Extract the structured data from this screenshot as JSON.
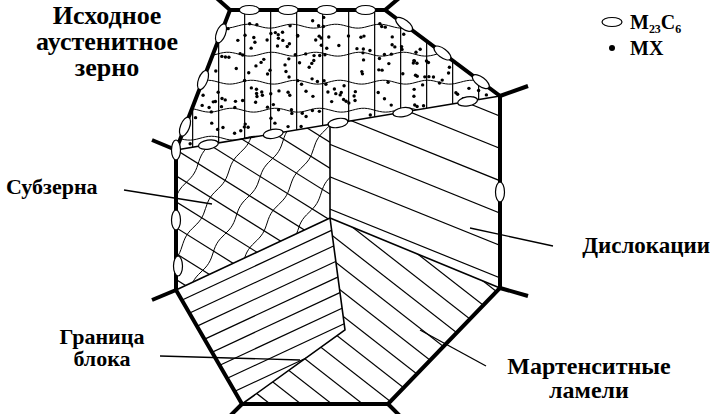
{
  "diagram": {
    "labels": [
      "Исходное аустенитное зерно",
      "Субзерна",
      "Дислокации",
      "Граница блока",
      "Мартенситные ламели"
    ],
    "legend": [
      {
        "text": "M₂₃C₆"
      },
      {
        "text": "MX"
      }
    ]
  }
}
